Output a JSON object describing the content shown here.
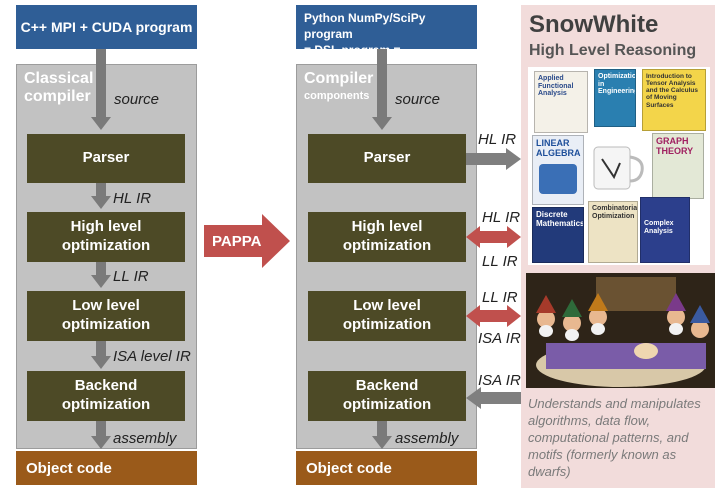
{
  "left": {
    "header": "C++ MPI + CUDA program",
    "title": "Classical compiler",
    "source_label": "source",
    "parser": "Parser",
    "hl_ir": "HL IR",
    "high_opt": "High level optimization",
    "ll_ir": "LL IR",
    "low_opt": "Low level optimization",
    "isa_ir": "ISA level IR",
    "backend": "Backend optimization",
    "assembly_label": "assembly",
    "object": "Object code"
  },
  "middle": {
    "header_line1": "Python NumPy/SciPy program",
    "header_line2": "= DSL program = specification",
    "title": "Compiler",
    "subtitle": "components",
    "source_label": "source",
    "parser": "Parser",
    "high_opt": "High level optimization",
    "low_opt": "Low level optimization",
    "backend": "Backend optimization",
    "assembly_label": "assembly",
    "object": "Object code"
  },
  "pappa": "PAPPA",
  "arrow_labels": {
    "parser_out": "HL IR",
    "high_in": "HL IR",
    "high_out": "LL IR",
    "low_in": "LL IR",
    "low_out": "ISA IR",
    "backend_in": "ISA IR"
  },
  "snowwhite": {
    "title": "SnowWhite",
    "subtitle": "High Level Reasoning",
    "description": "Understands and manipulates algorithms, data flow, computational patterns, and motifs (formerly known as dwarfs)"
  },
  "books": {
    "b1": "Applied Functional Analysis",
    "b2": "Optimization in Engineering",
    "b3": "Introduction to Tensor Analysis and the Calculus of Moving Surfaces",
    "b4": "LINEAR ALGEBRA",
    "b5": "GRAPH THEORY",
    "b6": "Discrete Mathematics",
    "b7": "Combinatorial Optimization",
    "b8": "Complex Analysis"
  },
  "colors": {
    "blue": "#2f5e96",
    "olive": "#4d4a26",
    "brown": "#9a5a1a",
    "red_arrow": "#c0504d",
    "gray_arrow": "#7f7f7f",
    "pink_panel": "#f2dcdb"
  }
}
